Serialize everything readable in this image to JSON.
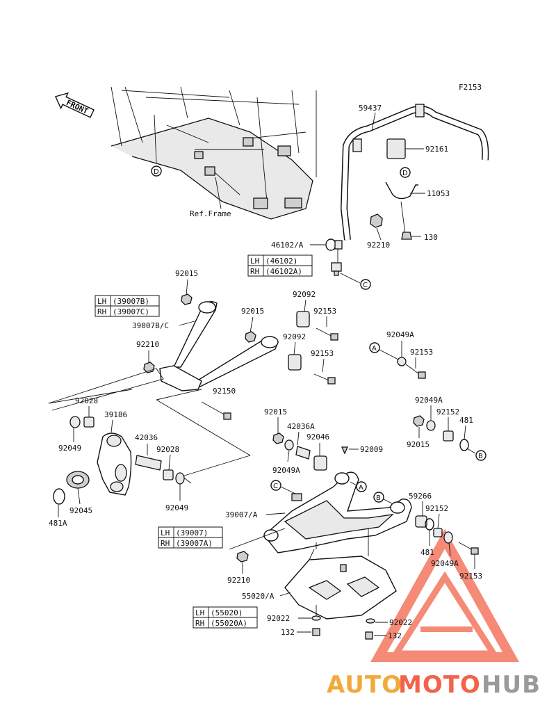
{
  "figure_code": "F2153",
  "front_label": "FRONT",
  "ref_frame": "Ref.Frame",
  "parts": {
    "p59437": "59437",
    "p92161": "92161",
    "p11053": "11053",
    "p130": "130",
    "p92210_top": "92210",
    "p46102A": "46102/A",
    "p92015_a": "92015",
    "p92092_a": "92092",
    "p92153_a": "92153",
    "p39007BC": "39007B/C",
    "p92015_b": "92015",
    "p92092_b": "92092",
    "p92153_b": "92153",
    "p92210_mid": "92210",
    "p92150": "92150",
    "p92049A_top": "92049A",
    "p92153_c": "92153",
    "p92049A_2": "92049A",
    "p92152_a": "92152",
    "p481": "481",
    "p92015_c": "92015",
    "p92028_a": "92028",
    "p39186": "39186",
    "p92049_a": "92049",
    "p42036": "42036",
    "p92028_b": "92028",
    "p92049_b": "92049",
    "p92045": "92045",
    "p481A": "481A",
    "p92015_d": "92015",
    "p42036A": "42036A",
    "p92046": "92046",
    "p92009": "92009",
    "p92049A_3": "92049A",
    "p39007A": "39007/A",
    "p59266": "59266",
    "p92152_b": "92152",
    "p481_b": "481",
    "p92049A_4": "92049A",
    "p92153_d": "92153",
    "p92210_low": "92210",
    "p55020A": "55020/A",
    "p92022_a": "92022",
    "p92022_b": "92022",
    "p132_a": "132",
    "p132_b": "132"
  },
  "tables": {
    "t46102": {
      "lh_label": "LH",
      "lh_val": "(46102)",
      "rh_label": "RH",
      "rh_val": "(46102A)"
    },
    "t39007BC": {
      "lh_label": "LH",
      "lh_val": "(39007B)",
      "rh_label": "RH",
      "rh_val": "(39007C)"
    },
    "t39007": {
      "lh_label": "LH",
      "lh_val": "(39007)",
      "rh_label": "RH",
      "rh_val": "(39007A)"
    },
    "t55020": {
      "lh_label": "LH",
      "lh_val": "(55020)",
      "rh_label": "RH",
      "rh_val": "(55020A)"
    }
  },
  "ref_markers": {
    "D1": "D",
    "D2": "D",
    "C1": "C",
    "C2": "C",
    "A1": "A",
    "A2": "A",
    "B1": "B",
    "B2": "B"
  },
  "watermark": {
    "auto": "AUTO",
    "moto": "MOTO",
    "hub": "HUB"
  },
  "colors": {
    "watermark_red": "#f2634a",
    "watermark_orange": "#f2a93b",
    "watermark_gray": "#9a9a9a",
    "line": "#111111"
  }
}
